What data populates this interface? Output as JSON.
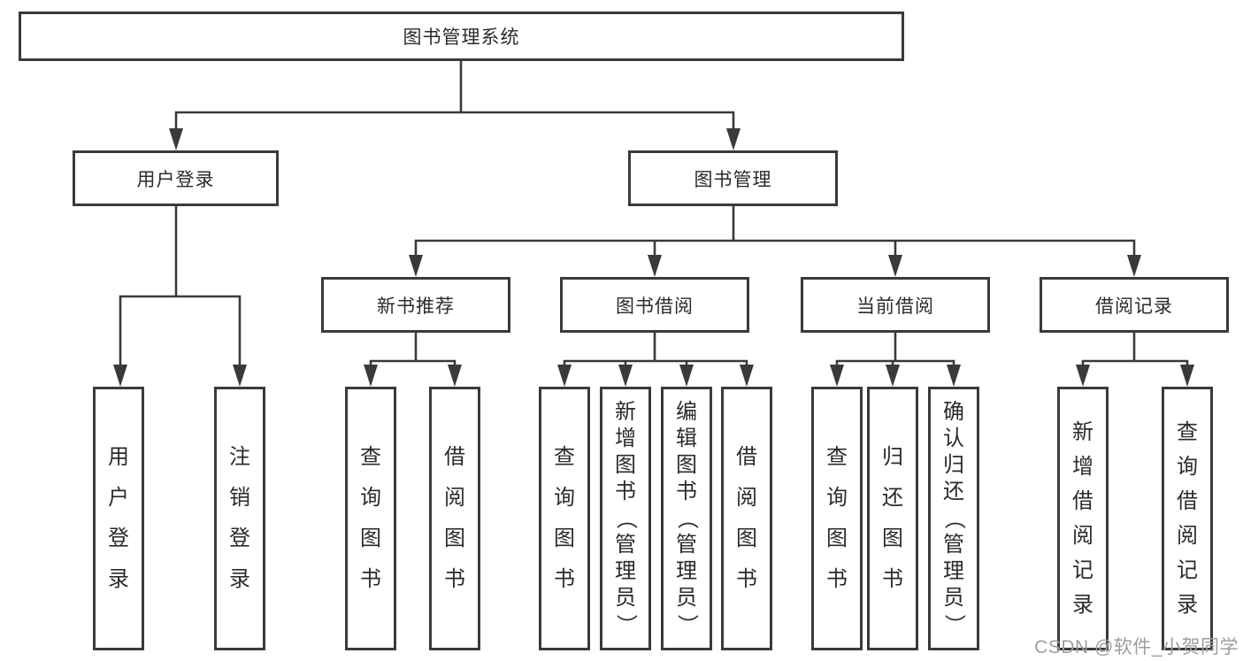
{
  "diagram": {
    "root": {
      "label": "图书管理系统"
    },
    "level2": [
      {
        "label": "用户登录"
      },
      {
        "label": "图书管理"
      }
    ],
    "level3": [
      {
        "label": "新书推荐",
        "parent": "图书管理"
      },
      {
        "label": "图书借阅",
        "parent": "图书管理"
      },
      {
        "label": "当前借阅",
        "parent": "图书管理"
      },
      {
        "label": "借阅记录",
        "parent": "图书管理"
      }
    ],
    "leaves": [
      {
        "label": "用户登录",
        "parent": "用户登录"
      },
      {
        "label": "注销登录",
        "parent": "用户登录"
      },
      {
        "label": "查询图书",
        "parent": "新书推荐"
      },
      {
        "label": "借阅图书",
        "parent": "新书推荐"
      },
      {
        "label": "查询图书",
        "parent": "图书借阅"
      },
      {
        "label": "新增图书（管理员）",
        "parent": "图书借阅"
      },
      {
        "label": "编辑图书（管理员）",
        "parent": "图书借阅"
      },
      {
        "label": "借阅图书",
        "parent": "图书借阅"
      },
      {
        "label": "查询图书",
        "parent": "当前借阅"
      },
      {
        "label": "归还图书",
        "parent": "当前借阅"
      },
      {
        "label": "确认归还（管理员）",
        "parent": "当前借阅"
      },
      {
        "label": "新增借阅记录",
        "parent": "借阅记录"
      },
      {
        "label": "查询借阅记录",
        "parent": "借阅记录"
      }
    ]
  },
  "watermark": {
    "text": "CSDN @软件_小贺同学"
  },
  "colors": {
    "line": "#3a3a3a",
    "border": "#3a3a3a",
    "text": "#2b2b2b",
    "watermark_text": "#9e9e9e",
    "background": "#ffffff"
  }
}
